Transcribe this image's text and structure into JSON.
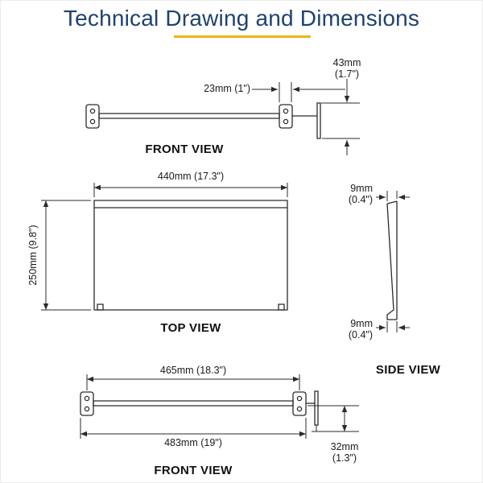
{
  "page": {
    "title": "Technical Drawing and Dimensions"
  },
  "colors": {
    "title_navy": "#1e4270",
    "accent_gold": "#e7b614",
    "line_black": "#2b2b2b"
  },
  "front_view_top": {
    "caption": "FRONT VIEW",
    "dim_hole_offset": "23mm (1\")",
    "dim_height_mm": "43mm",
    "dim_height_in": "(1.7\")"
  },
  "top_view": {
    "caption": "TOP VIEW",
    "dim_width": "440mm (17.3\")",
    "dim_depth": "250mm (9.8\")"
  },
  "side_view": {
    "caption": "SIDE VIEW",
    "dim_top_mm": "9mm",
    "dim_top_in": "(0.4\")",
    "dim_bottom_mm": "9mm",
    "dim_bottom_in": "(0.4\")"
  },
  "front_view_bottom": {
    "caption": "FRONT VIEW",
    "dim_mounting_width": "465mm (18.3\")",
    "dim_total_width": "483mm (19\")",
    "dim_height_mm": "32mm",
    "dim_height_in": "(1.3\")"
  }
}
